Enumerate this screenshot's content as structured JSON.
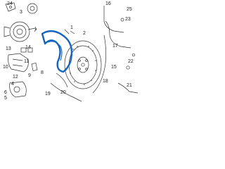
{
  "callouts": {
    "c1": "1",
    "c2": "2",
    "c3": "3",
    "c4": "4",
    "c5": "5",
    "c6": "6",
    "c7": "7",
    "c8": "8",
    "c9": "9",
    "c10": "10",
    "c11": "11",
    "c12": "12",
    "c13": "13",
    "c14": "14",
    "c15": "15",
    "c16": "16",
    "c17": "17",
    "c18": "18",
    "c19": "19",
    "c20": "20",
    "c21": "21",
    "c22": "22",
    "c23": "23",
    "c24": "24",
    "c25": "25"
  },
  "colors": {
    "line": "#333333",
    "highlight": "#1565c0"
  }
}
